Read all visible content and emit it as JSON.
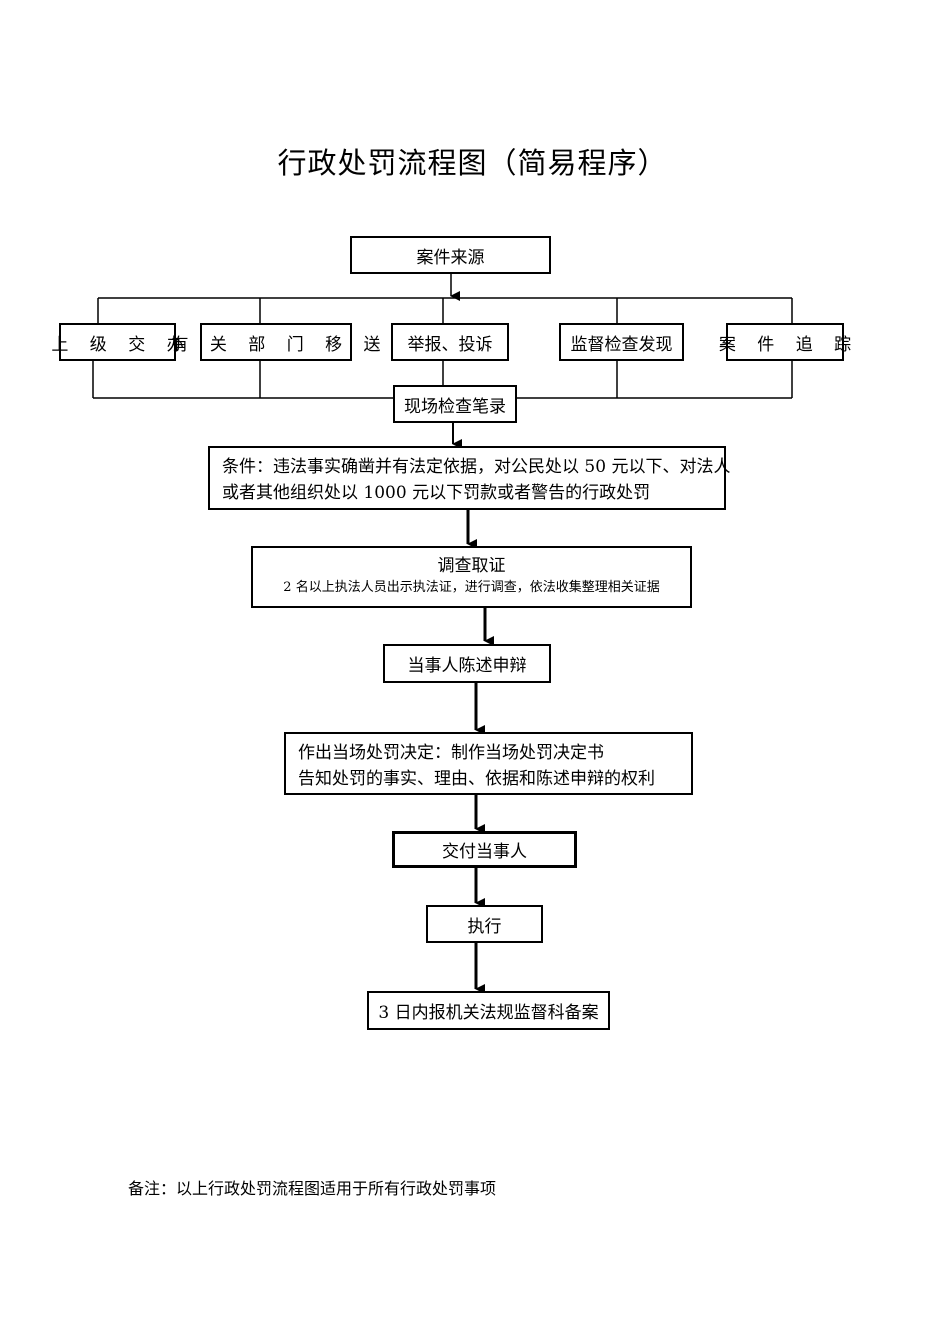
{
  "title": "行政处罚流程图（简易程序）",
  "nodes": {
    "source": "案件来源",
    "branches": [
      "上 级 交 办",
      "有 关 部 门 移 送",
      "举报、投诉",
      "监督检查发现",
      "案 件 追 踪"
    ],
    "inspection": "现场检查笔录",
    "condition": {
      "line1": "条件：违法事实确凿并有法定依据，对公民处以 50 元以下、对法人",
      "line2": "或者其他组织处以 1000 元以下罚款或者警告的行政处罚"
    },
    "investigation": {
      "title": "调查取证",
      "detail": "2 名以上执法人员出示执法证，进行调查，依法收集整理相关证据"
    },
    "statement": "当事人陈述申辩",
    "decision": {
      "line1": "作出当场处罚决定：制作当场处罚决定书",
      "line2": "告知处罚的事实、理由、依据和陈述申辩的权利"
    },
    "deliver": "交付当事人",
    "execute": "执行",
    "record": "3 日内报机关法规监督科备案"
  },
  "note": "备注：以上行政处罚流程图适用于所有行政处罚事项"
}
